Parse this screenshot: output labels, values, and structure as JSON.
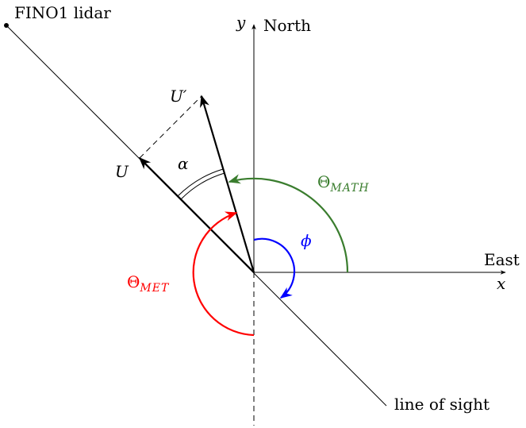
{
  "labels": {
    "lidar": "FINO1 lidar",
    "y_axis": "y",
    "north": "North",
    "x_axis": "x",
    "east": "East",
    "u": "U",
    "u_prime": "U′",
    "alpha": "α",
    "phi": "ϕ",
    "theta_math": {
      "base": "Θ",
      "sub": "MATH"
    },
    "theta_met": {
      "base": "Θ",
      "sub": "MET"
    },
    "line_of_sight": "line of sight"
  },
  "colors": {
    "theta_math": "#3a7d2e",
    "theta_met": "#ff0000",
    "phi": "#0000ff",
    "ink": "#000000"
  }
}
